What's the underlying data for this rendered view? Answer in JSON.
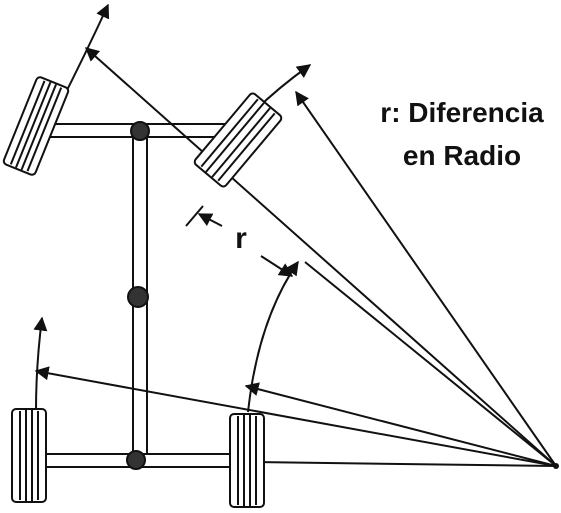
{
  "annotation": {
    "line1": "r: Diferencia",
    "line2": "en Radio"
  },
  "radius_label": "r"
}
